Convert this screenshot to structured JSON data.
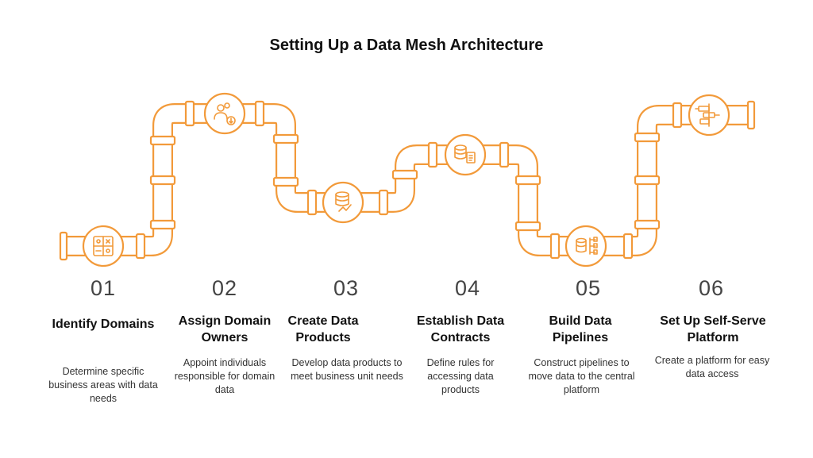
{
  "title": "Setting Up a Data Mesh Architecture",
  "colors": {
    "pipe": "#f29a3a",
    "pipe_fill": "#ffffff",
    "text": "#111111"
  },
  "steps": [
    {
      "num": "01",
      "title": "Identify Domains",
      "desc": "Determine specific business areas with data needs",
      "icon": "grid-compass-icon"
    },
    {
      "num": "02",
      "title": "Assign Domain Owners",
      "desc": "Appoint individuals responsible for domain data",
      "icon": "users-download-icon"
    },
    {
      "num": "03",
      "title": "Create Data Products",
      "desc": "Develop data products to meet business unit needs",
      "icon": "database-chart-icon"
    },
    {
      "num": "04",
      "title": "Establish Data Contracts",
      "desc": "Define rules for accessing data products",
      "icon": "database-document-icon"
    },
    {
      "num": "05",
      "title": "Build Data Pipelines",
      "desc": "Construct pipelines to move data to the central platform",
      "icon": "database-hierarchy-icon"
    },
    {
      "num": "06",
      "title": "Set Up Self-Serve Platform",
      "desc": "Create a platform for easy data access",
      "icon": "platform-sliders-icon"
    }
  ]
}
